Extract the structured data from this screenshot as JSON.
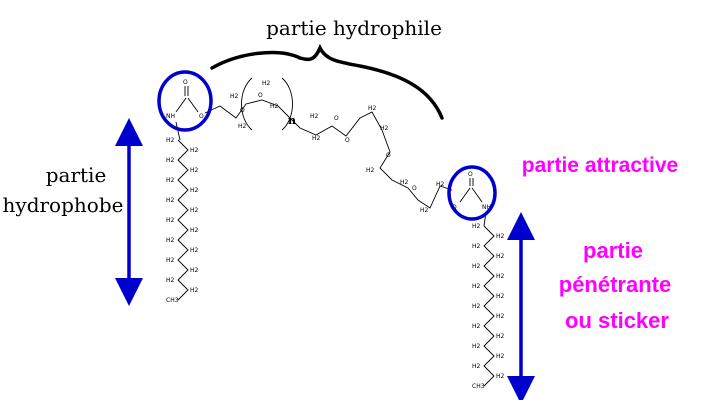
{
  "labels": {
    "hydrophile": "partie hydrophile",
    "hydrophobe_line1": "partie",
    "hydrophobe_line2": "hydrophobe",
    "attractive": "partie attractive",
    "penetrante_line1": "partie",
    "penetrante_line2": "pénétrante",
    "penetrante_line3": "ou sticker"
  },
  "chem": {
    "ch2": "H2",
    "ch3": "CH3",
    "oxygen": "O",
    "nh": "NH",
    "repeat": "n"
  },
  "colors": {
    "highlight": "#ff00ff",
    "circle": "#0000cc",
    "arrow": "#0000cc",
    "ink": "#000000"
  }
}
